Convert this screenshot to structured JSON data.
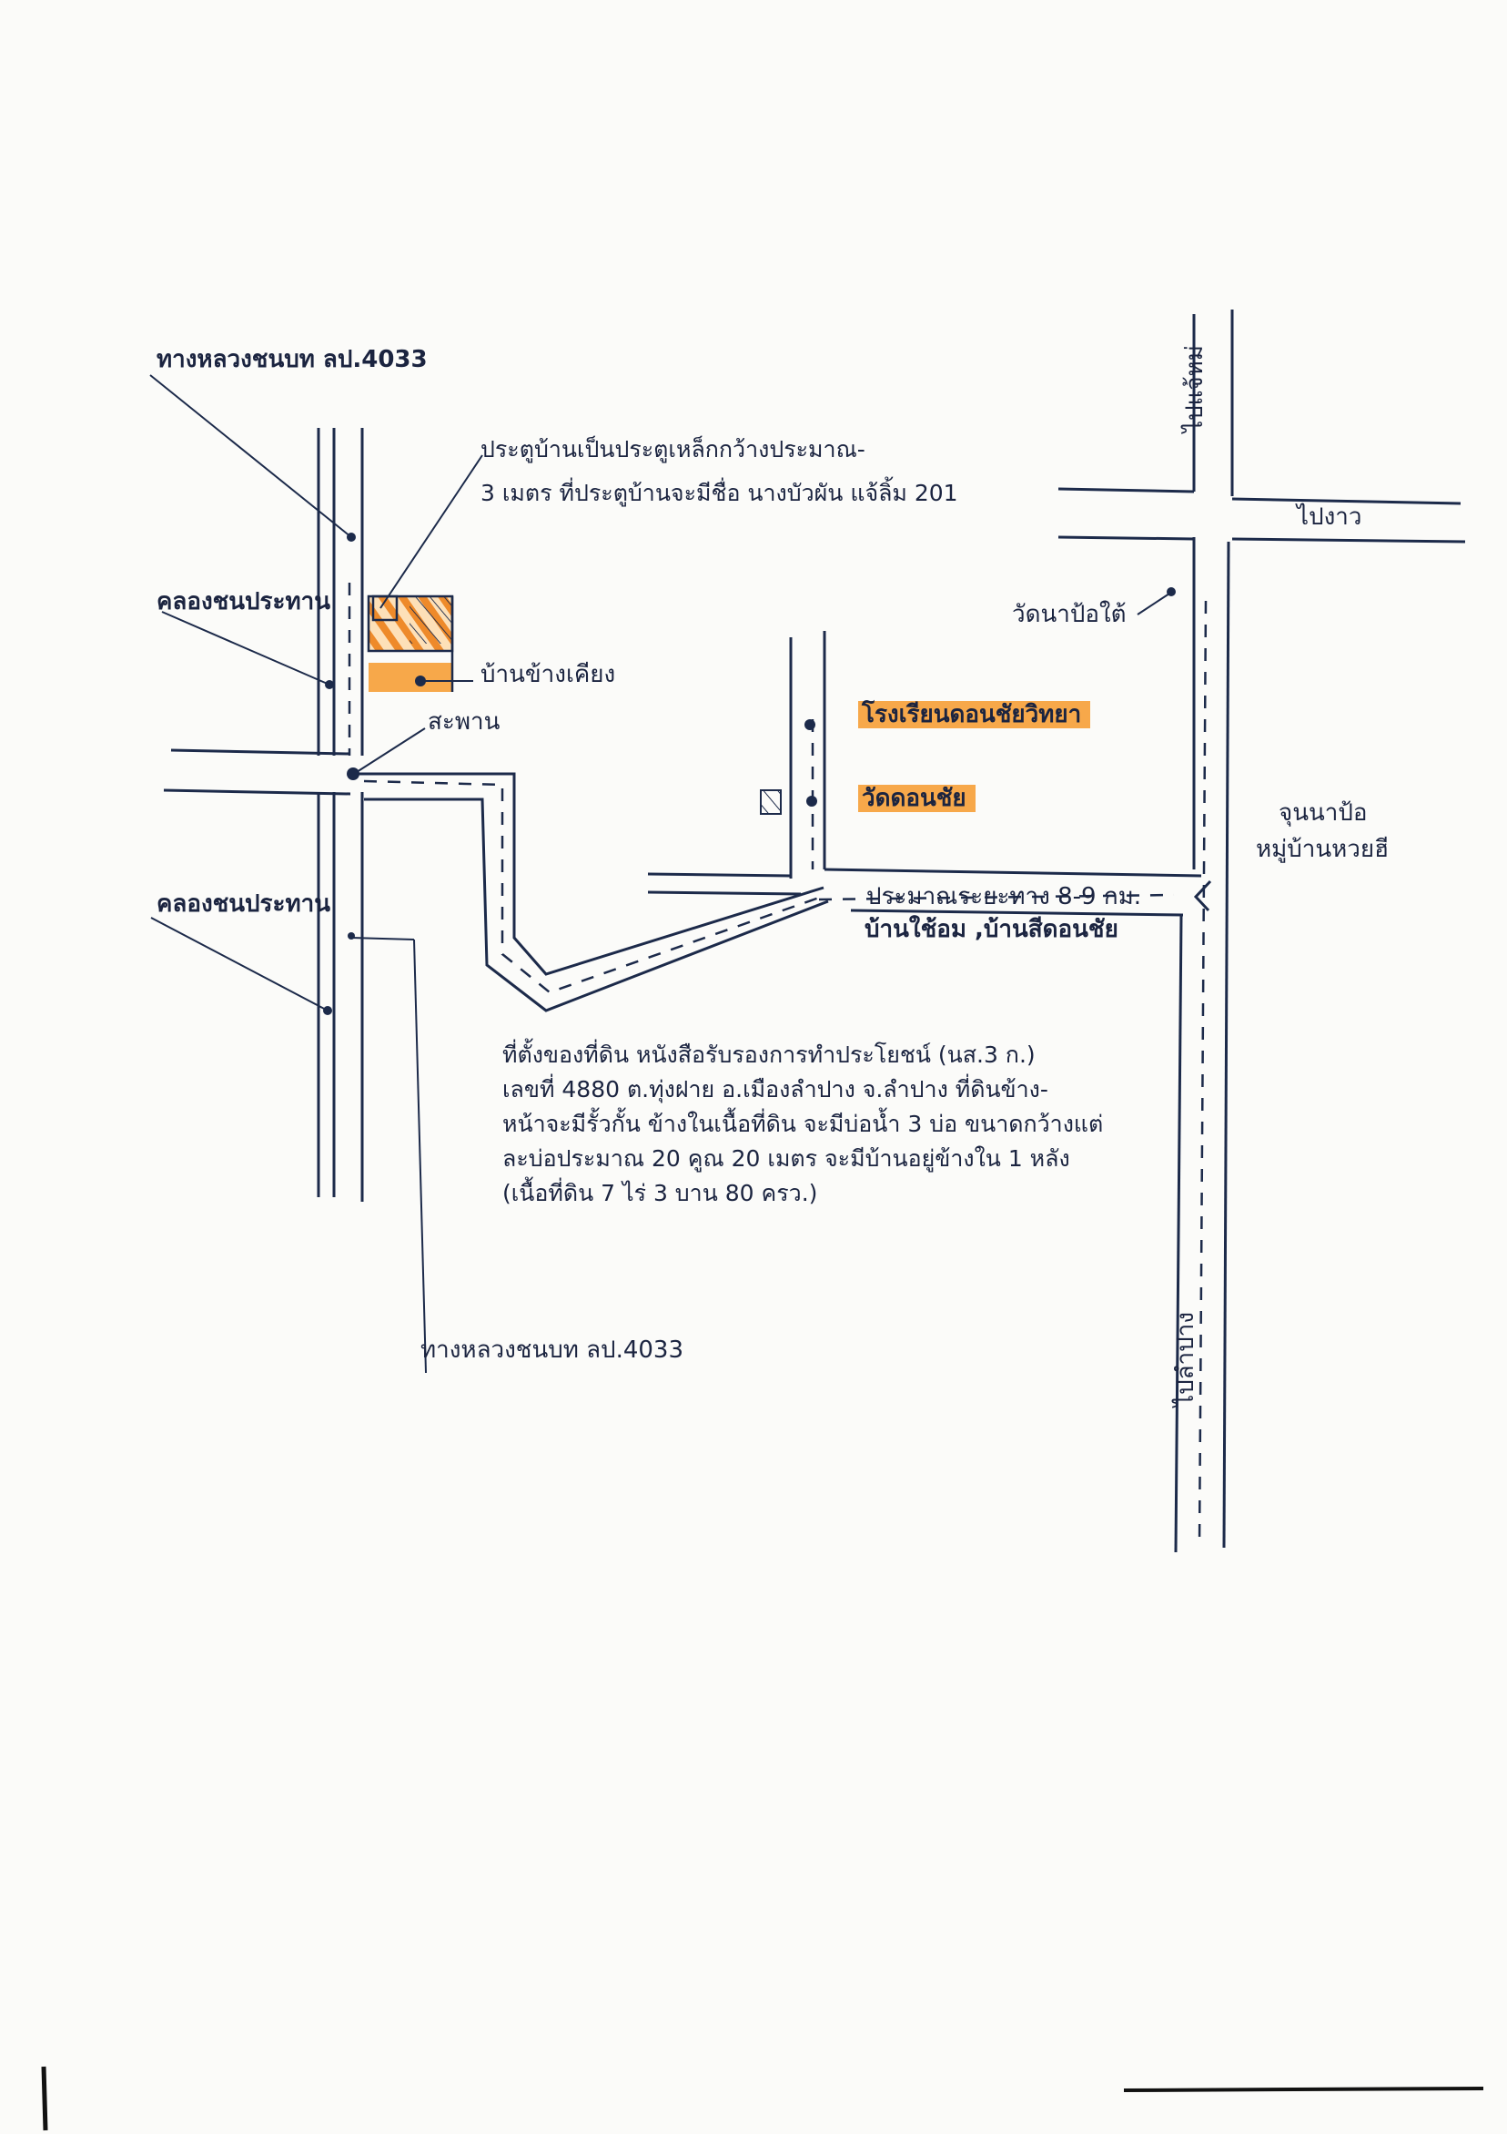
{
  "labels": {
    "road_top": "ทางหลวงชนบท ลป.4033",
    "canal_upper": "คลองชนประทาน",
    "canal_lower": "คลองชนประทาน",
    "neighbor_house": "บ้านข้างเคียง",
    "bridge": "สะพาน",
    "road_bottom": "ทางหลวงชนบท ลป.4033",
    "to_ngao": "ไปงาว",
    "to_chaehom": "ไปแจ้หม่",
    "to_lampang": "ไปลำปาง",
    "wat_na_pao_tai": "วัดนาป้อใต้",
    "school": "โรงเรียนดอนชัยวิทยา",
    "wat_don_chai": "วัดดอนชัย",
    "junction": "จุนนาป้อ",
    "village": "หมู่บ้านหวยฮี",
    "distance_line1": "ประมาณระยะทาง 8-9 กม.",
    "distance_line2": "บ้านใช้อม ,บ้านสีดอนชัย"
  },
  "gate_note": [
    "ประตูบ้านเป็นประตูเหล็กกว้างประมาณ-",
    "3 เมตร ที่ประตูบ้านจะมีชื่อ นางบัวผัน แจ้ลิ้ม 201"
  ],
  "description": [
    "ที่ตั้งของที่ดิน หนังสือรับรองการทำประโยชน์ (นส.3 ก.)",
    "เลขที่ 4880 ต.ทุ่งฝาย อ.เมืองลำปาง จ.ลำปาง ที่ดินข้าง-",
    "หน้าจะมีรั้วกั้น ข้างในเนื้อที่ดิน จะมีบ่อน้ำ 3 บ่อ ขนาดกว้างแต่",
    "ละบ่อประมาณ 20 คูณ 20 เมตร จะมีบ้านอยู่ข้างใน 1 หลัง",
    "(เนื้อที่ดิน 7 ไร่ 3 บาน 80 ครว.)"
  ],
  "colors": {
    "ink": "#1c2a4a",
    "highlight": "#f7a84a",
    "parcel_hatch": "#ee8a2a",
    "paper": "#fbfbf9"
  }
}
